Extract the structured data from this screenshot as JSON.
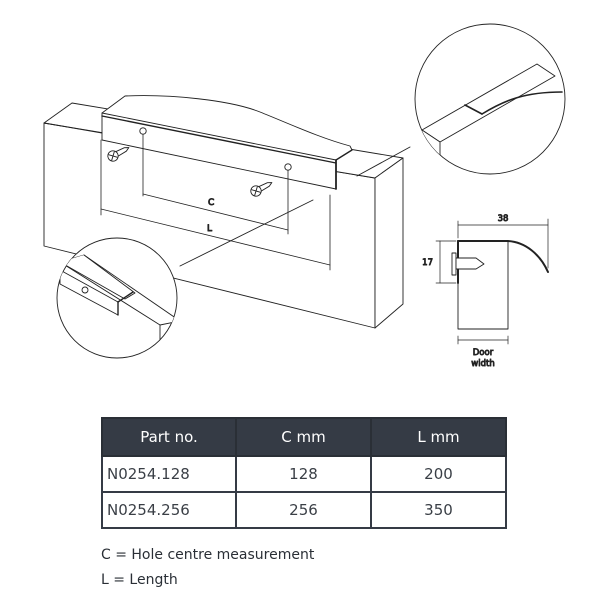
{
  "drawing": {
    "labels": {
      "hole_centre": "C",
      "length": "L",
      "profile_width": "38",
      "profile_height": "17",
      "door_width_line1": "Door",
      "door_width_line2": "width"
    },
    "icons": [
      "handle-profile",
      "screw-icon",
      "screw-icon",
      "detail-circle-corner",
      "detail-circle-edge",
      "cross-section"
    ]
  },
  "table": {
    "headers": [
      "Part no.",
      "C mm",
      "L mm"
    ],
    "rows": [
      [
        "N0254.128",
        "128",
        "200"
      ],
      [
        "N0254.256",
        "256",
        "350"
      ]
    ],
    "header_bg": "#353b45",
    "border_color": "#353b45"
  },
  "legend": {
    "c": "C = Hole centre measurement",
    "l": "L = Length"
  }
}
